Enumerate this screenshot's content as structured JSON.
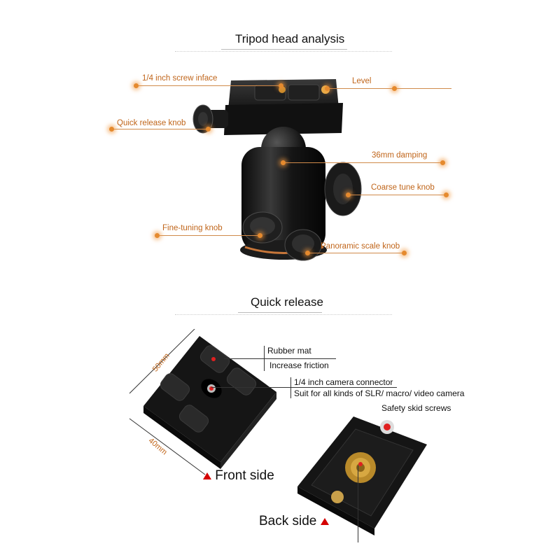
{
  "sections": {
    "analysis_title": "Tripod head analysis",
    "quick_release_title": "Quick release"
  },
  "callouts": {
    "screw_interface": "1/4 inch screw inface",
    "level": "Level",
    "quick_release_knob": "Quick release knob",
    "damping": "36mm damping",
    "coarse_tune_knob": "Coarse tune knob",
    "fine_tuning_knob": "Fine-tuning knob",
    "panoramic_scale_knob": "Panoramic scale knob"
  },
  "quick_release": {
    "rubber_mat": "Rubber mat",
    "increase_friction": "Increase friction",
    "camera_connector": "1/4 inch camera connector",
    "suit_for": "Suit for all kinds of SLR/ macro/ video camera",
    "safety_skid_screws": "Safety skid screws",
    "front_side": "Front side",
    "back_side": "Back side",
    "dim_50": "50mm",
    "dim_40": "40mm"
  },
  "colors": {
    "accent": "#e58a2e",
    "marker": "#d40000"
  }
}
